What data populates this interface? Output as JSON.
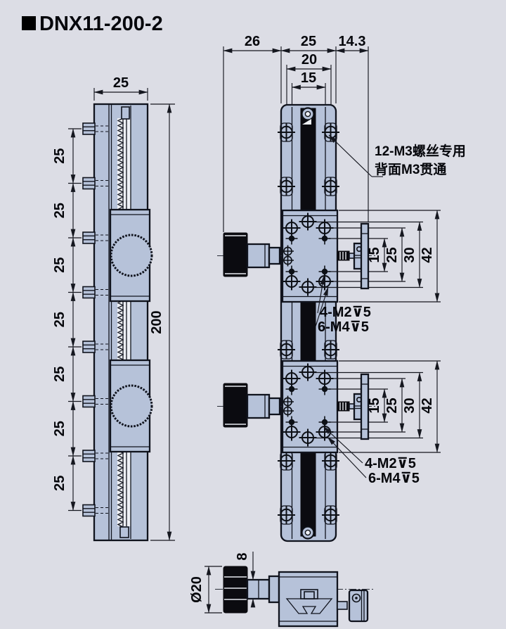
{
  "title": {
    "text": "DNX11-200-2"
  },
  "side_view": {
    "width_dim": "25",
    "length_dim": "200",
    "pitch_dims": [
      "25",
      "25",
      "25",
      "25",
      "25",
      "25",
      "25"
    ]
  },
  "front_view": {
    "dim_knob_offset": "26",
    "dim_body_width": "25",
    "dim_lock_offset": "14.3",
    "dim_hole_columns": "20",
    "dim_inner_span": "15",
    "rail_note": {
      "line1": "12-M3螺丝专用",
      "line2": "背面M3贯通"
    },
    "stage1": {
      "dim_15": "15",
      "dim_25": "25",
      "dim_30": "30",
      "dim_42": "42",
      "note_m2": "4-M2⊽5",
      "note_m4": "6-M4⊽5"
    },
    "stage2": {
      "dim_15": "15",
      "dim_25": "25",
      "dim_30": "30",
      "dim_42": "42",
      "note_m2": "4-M2⊽5",
      "note_m4": "6-M4⊽5"
    }
  },
  "bottom_view": {
    "dim_shaft": "8",
    "dim_knob_dia": "Ø20"
  },
  "colors": {
    "background": "#dcdde5",
    "part_fill": "#b6c2d9",
    "line": "#10131d",
    "black_fill": "#0b0b10"
  }
}
